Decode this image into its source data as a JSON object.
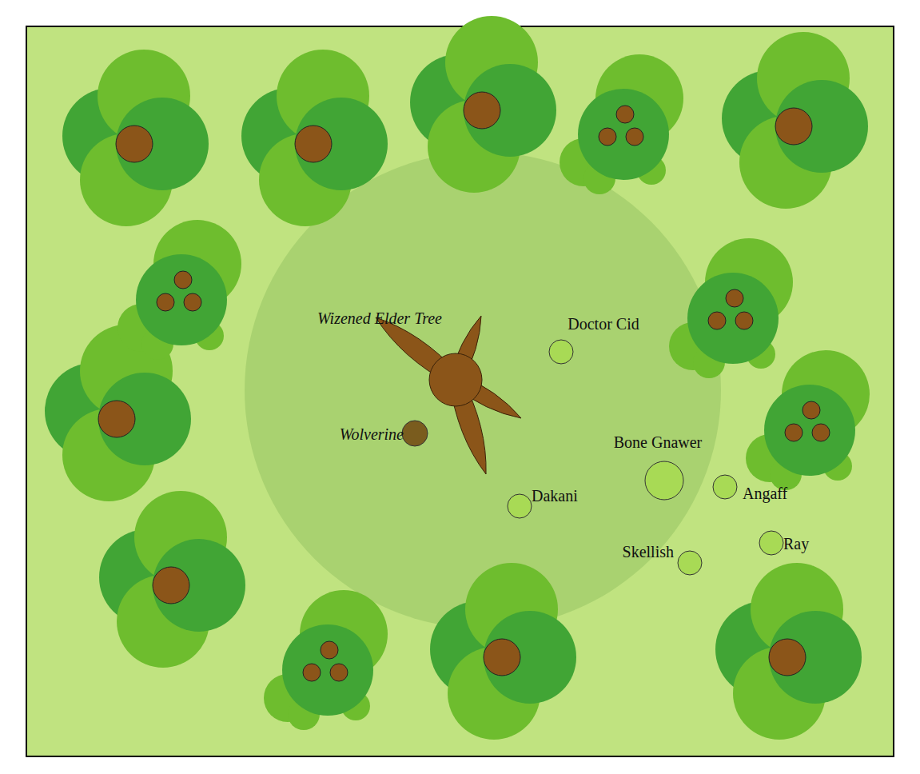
{
  "diagram": {
    "nodes": [
      {
        "text": [
          "Wizened Elder Tree"
        ]
      },
      {
        "text": [
          "Wolverine"
        ]
      },
      {
        "text": [
          "Doctor Cid"
        ]
      },
      {
        "text": [
          "Bone Gnawer"
        ]
      },
      {
        "text": [
          "Angaff"
        ]
      },
      {
        "text": [
          "Dakani"
        ]
      },
      {
        "text": [
          "Skellish"
        ]
      },
      {
        "text": [
          "Ray"
        ]
      }
    ]
  }
}
